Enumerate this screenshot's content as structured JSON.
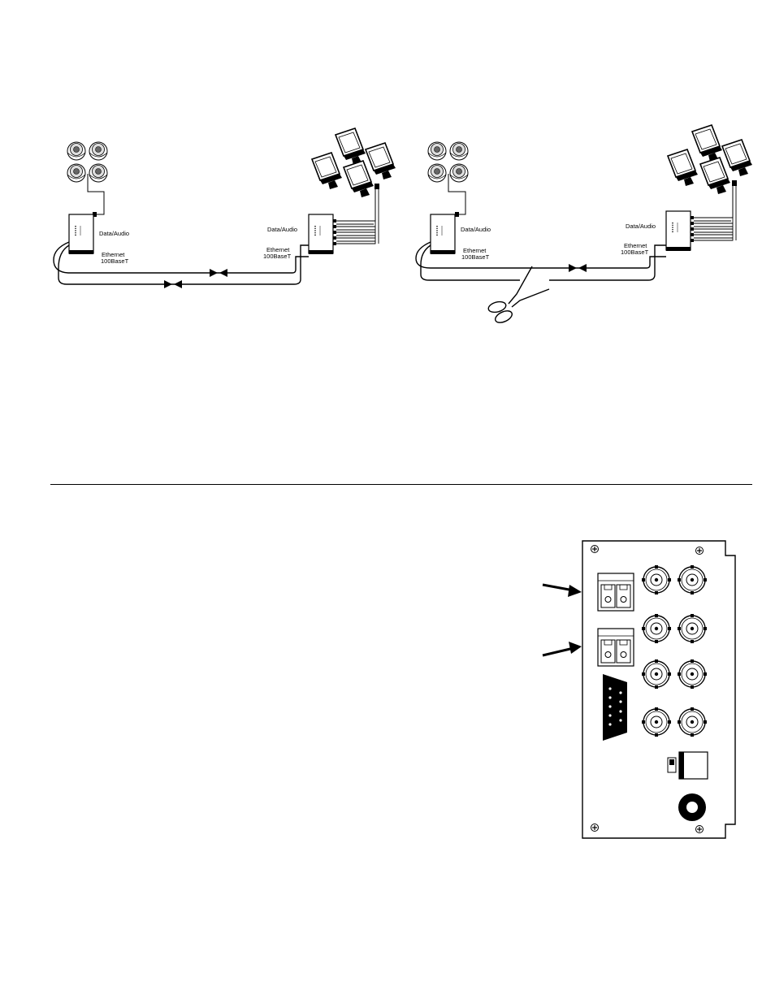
{
  "left_diagram": {
    "data_audio_left": "Data/Audio",
    "ethernet_left": "Ethernet",
    "speed_left": "100BaseT",
    "data_audio_right": "Data/Audio",
    "ethernet_right": "Ethernet",
    "speed_right": "100BaseT"
  },
  "right_diagram": {
    "data_audio_left": "Data/Audio",
    "ethernet_left": "Ethernet",
    "speed_left": "100BaseT",
    "data_audio_right": "Data/Audio",
    "ethernet_right": "Ethernet",
    "speed_right": "100BaseT"
  },
  "icons": {
    "camera": "dome-camera-icon",
    "monitor": "monitor-icon",
    "scissors": "scissors-icon",
    "arrow": "pointer-arrow-icon"
  }
}
